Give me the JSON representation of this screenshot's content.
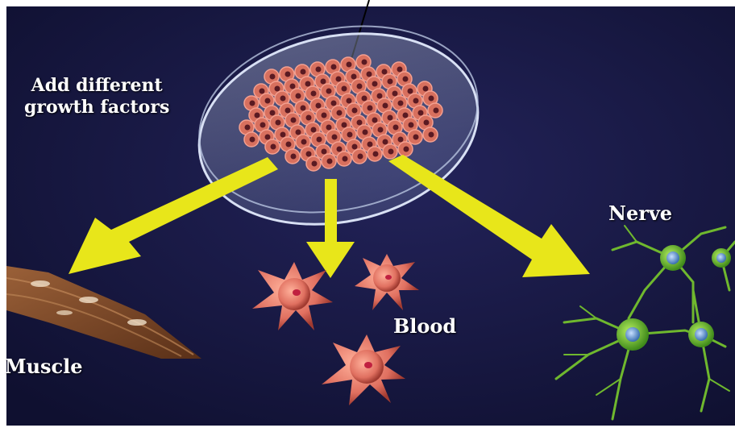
{
  "labels": {
    "growth_factors_line1": "Add different",
    "growth_factors_line2": "growth factors",
    "nerve": "Nerve",
    "blood": "Blood",
    "muscle": "Muscle"
  },
  "colors": {
    "background": "#14143a",
    "arrow": "#e8e61a",
    "cell_pink": "#e47a68",
    "nerve_green": "#6fb82e",
    "muscle_brown": "#7a4a2a"
  },
  "icons": [
    "petri-dish-icon",
    "stem-cell-cluster-icon",
    "blood-cell-icon",
    "nerve-cell-icon",
    "muscle-tissue-icon"
  ]
}
